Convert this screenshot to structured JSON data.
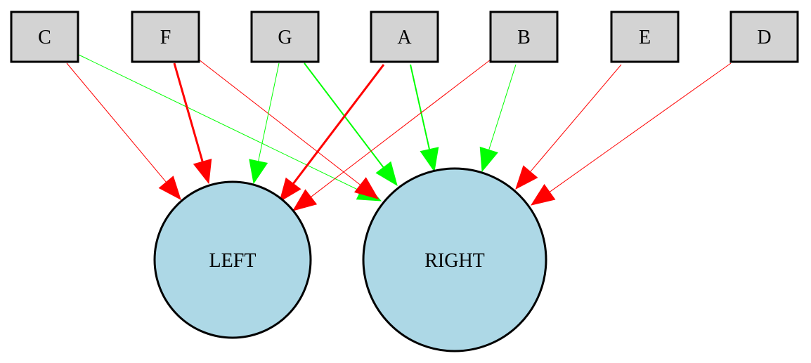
{
  "colors": {
    "positive": "#00ff00",
    "negative": "#ff0000",
    "input_fill": "#d3d3d3",
    "output_fill": "#add8e6"
  },
  "inputs": [
    {
      "id": "C",
      "label": "C"
    },
    {
      "id": "F",
      "label": "F"
    },
    {
      "id": "G",
      "label": "G"
    },
    {
      "id": "A",
      "label": "A"
    },
    {
      "id": "B",
      "label": "B"
    },
    {
      "id": "E",
      "label": "E"
    },
    {
      "id": "D",
      "label": "D"
    }
  ],
  "outputs": [
    {
      "id": "LEFT",
      "label": "LEFT"
    },
    {
      "id": "RIGHT",
      "label": "RIGHT"
    }
  ],
  "edges": [
    {
      "from": "C",
      "to": "LEFT",
      "sign": "negative",
      "weight": "thin"
    },
    {
      "from": "C",
      "to": "RIGHT",
      "sign": "positive",
      "weight": "thin"
    },
    {
      "from": "F",
      "to": "LEFT",
      "sign": "negative",
      "weight": "thick"
    },
    {
      "from": "F",
      "to": "RIGHT",
      "sign": "negative",
      "weight": "thin"
    },
    {
      "from": "G",
      "to": "LEFT",
      "sign": "positive",
      "weight": "thin"
    },
    {
      "from": "G",
      "to": "RIGHT",
      "sign": "positive",
      "weight": "medium"
    },
    {
      "from": "A",
      "to": "LEFT",
      "sign": "negative",
      "weight": "thick"
    },
    {
      "from": "A",
      "to": "RIGHT",
      "sign": "positive",
      "weight": "medium"
    },
    {
      "from": "B",
      "to": "LEFT",
      "sign": "negative",
      "weight": "thin"
    },
    {
      "from": "B",
      "to": "RIGHT",
      "sign": "positive",
      "weight": "thin"
    },
    {
      "from": "E",
      "to": "RIGHT",
      "sign": "negative",
      "weight": "thin"
    },
    {
      "from": "D",
      "to": "RIGHT",
      "sign": "negative",
      "weight": "thin"
    }
  ]
}
